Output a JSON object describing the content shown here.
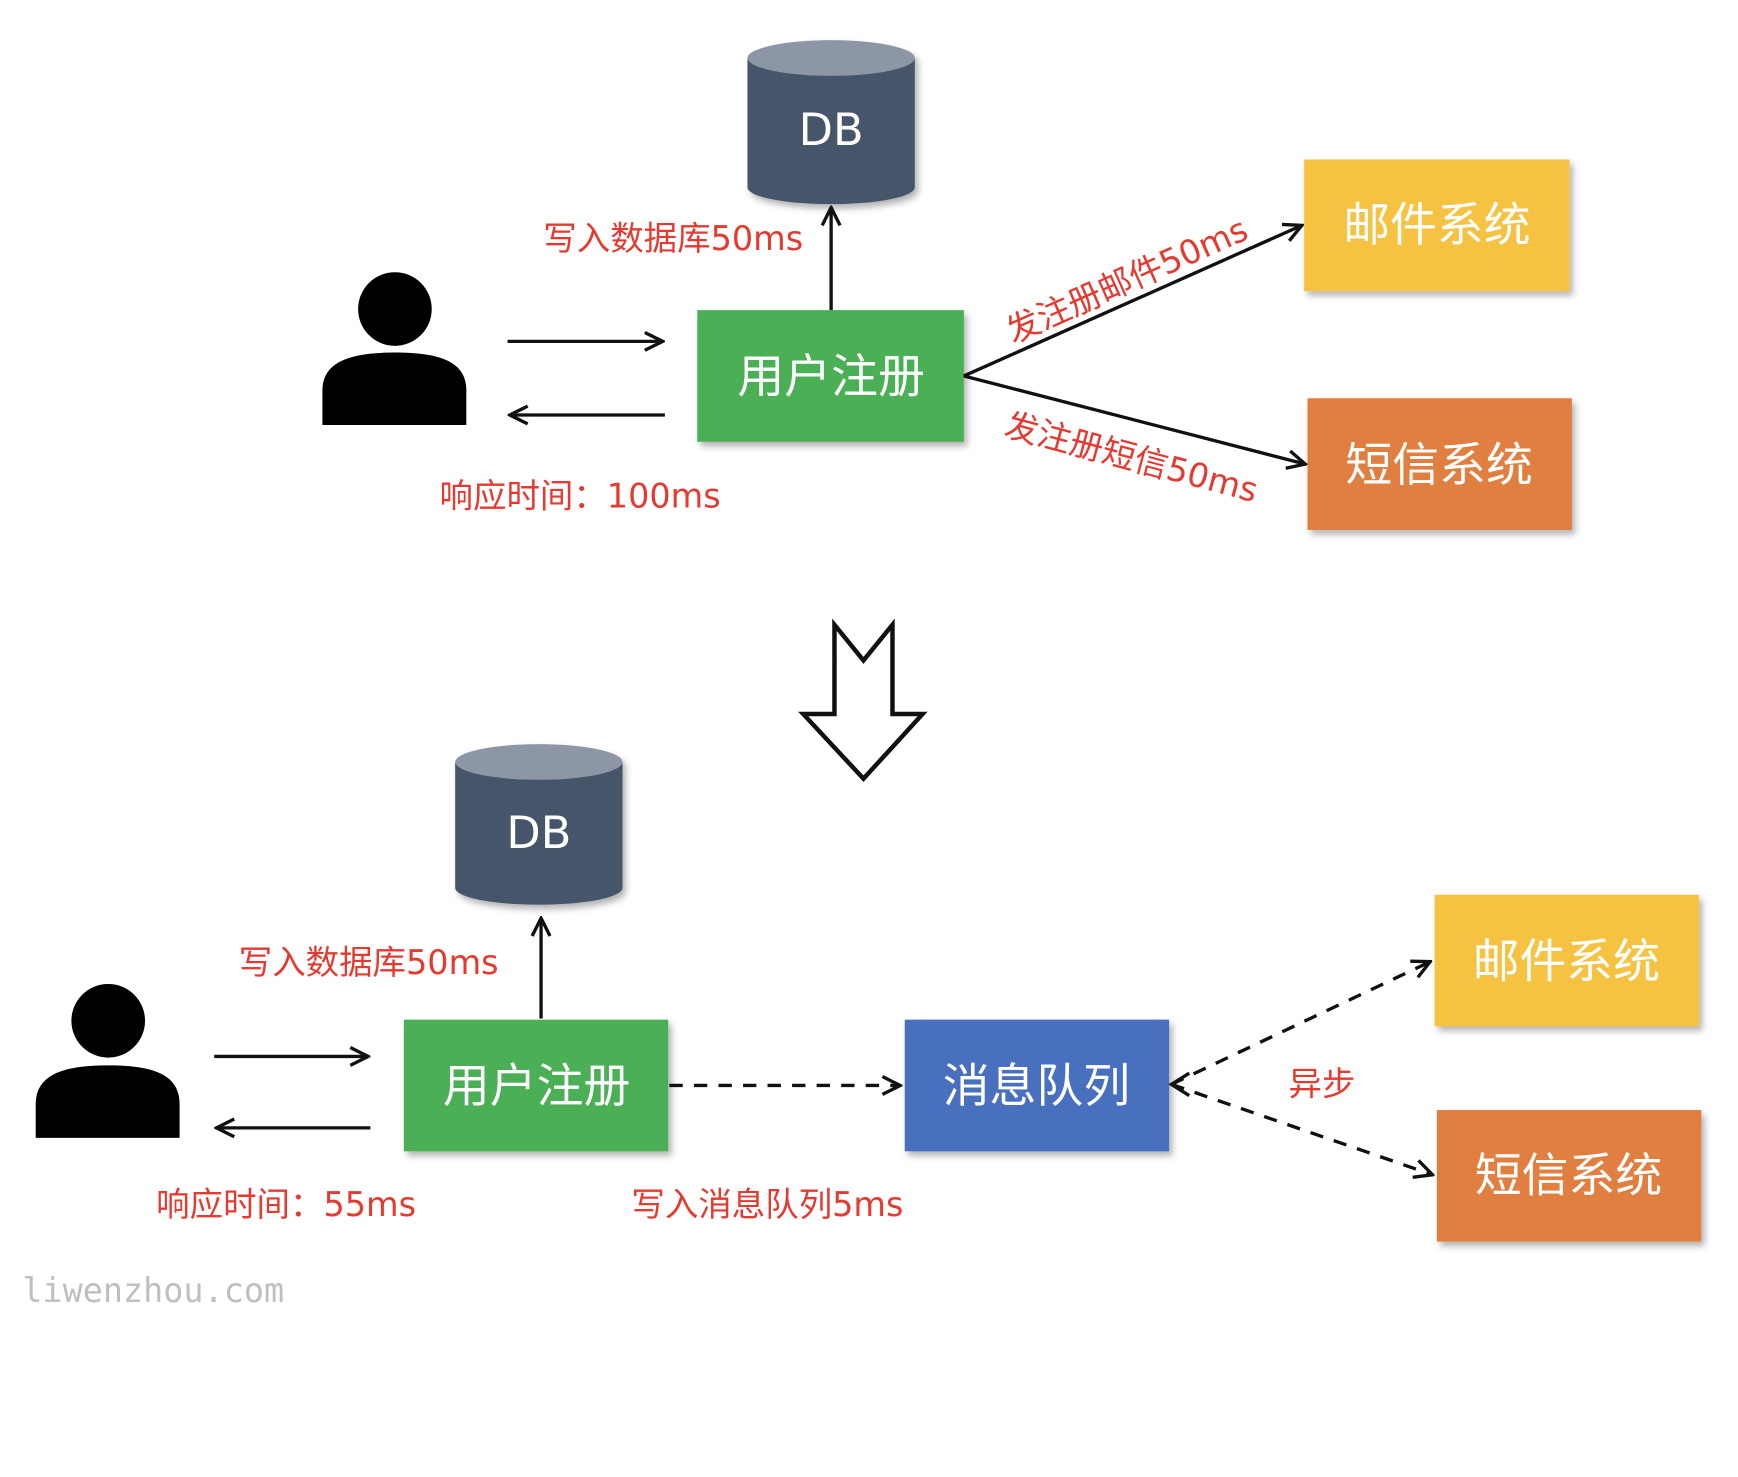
{
  "colors": {
    "green": "#4caf56",
    "yellow": "#f5c242",
    "orange": "#e07f3f",
    "blue": "#4a6fbf",
    "db_body": "#47556a",
    "db_top": "#8c96a5",
    "label_red": "#e53a30"
  },
  "icons": {
    "user": "user-icon",
    "database": "database-icon",
    "transition": "hollow-down-arrow-icon"
  },
  "top": {
    "db_label": "DB",
    "db_write_label": "写入数据库50ms",
    "register_label": "用户注册",
    "email_system": "邮件系统",
    "sms_system": "短信系统",
    "send_email_label": "发注册邮件50ms",
    "send_sms_label": "发注册短信50ms",
    "response_time": "响应时间：100ms"
  },
  "bottom": {
    "db_label": "DB",
    "db_write_label": "写入数据库50ms",
    "register_label": "用户注册",
    "queue_label": "消息队列",
    "email_system": "邮件系统",
    "sms_system": "短信系统",
    "async_label": "异步",
    "response_time": "响应时间：55ms",
    "queue_write_label": "写入消息队列5ms"
  },
  "watermark": "liwenzhou.com"
}
